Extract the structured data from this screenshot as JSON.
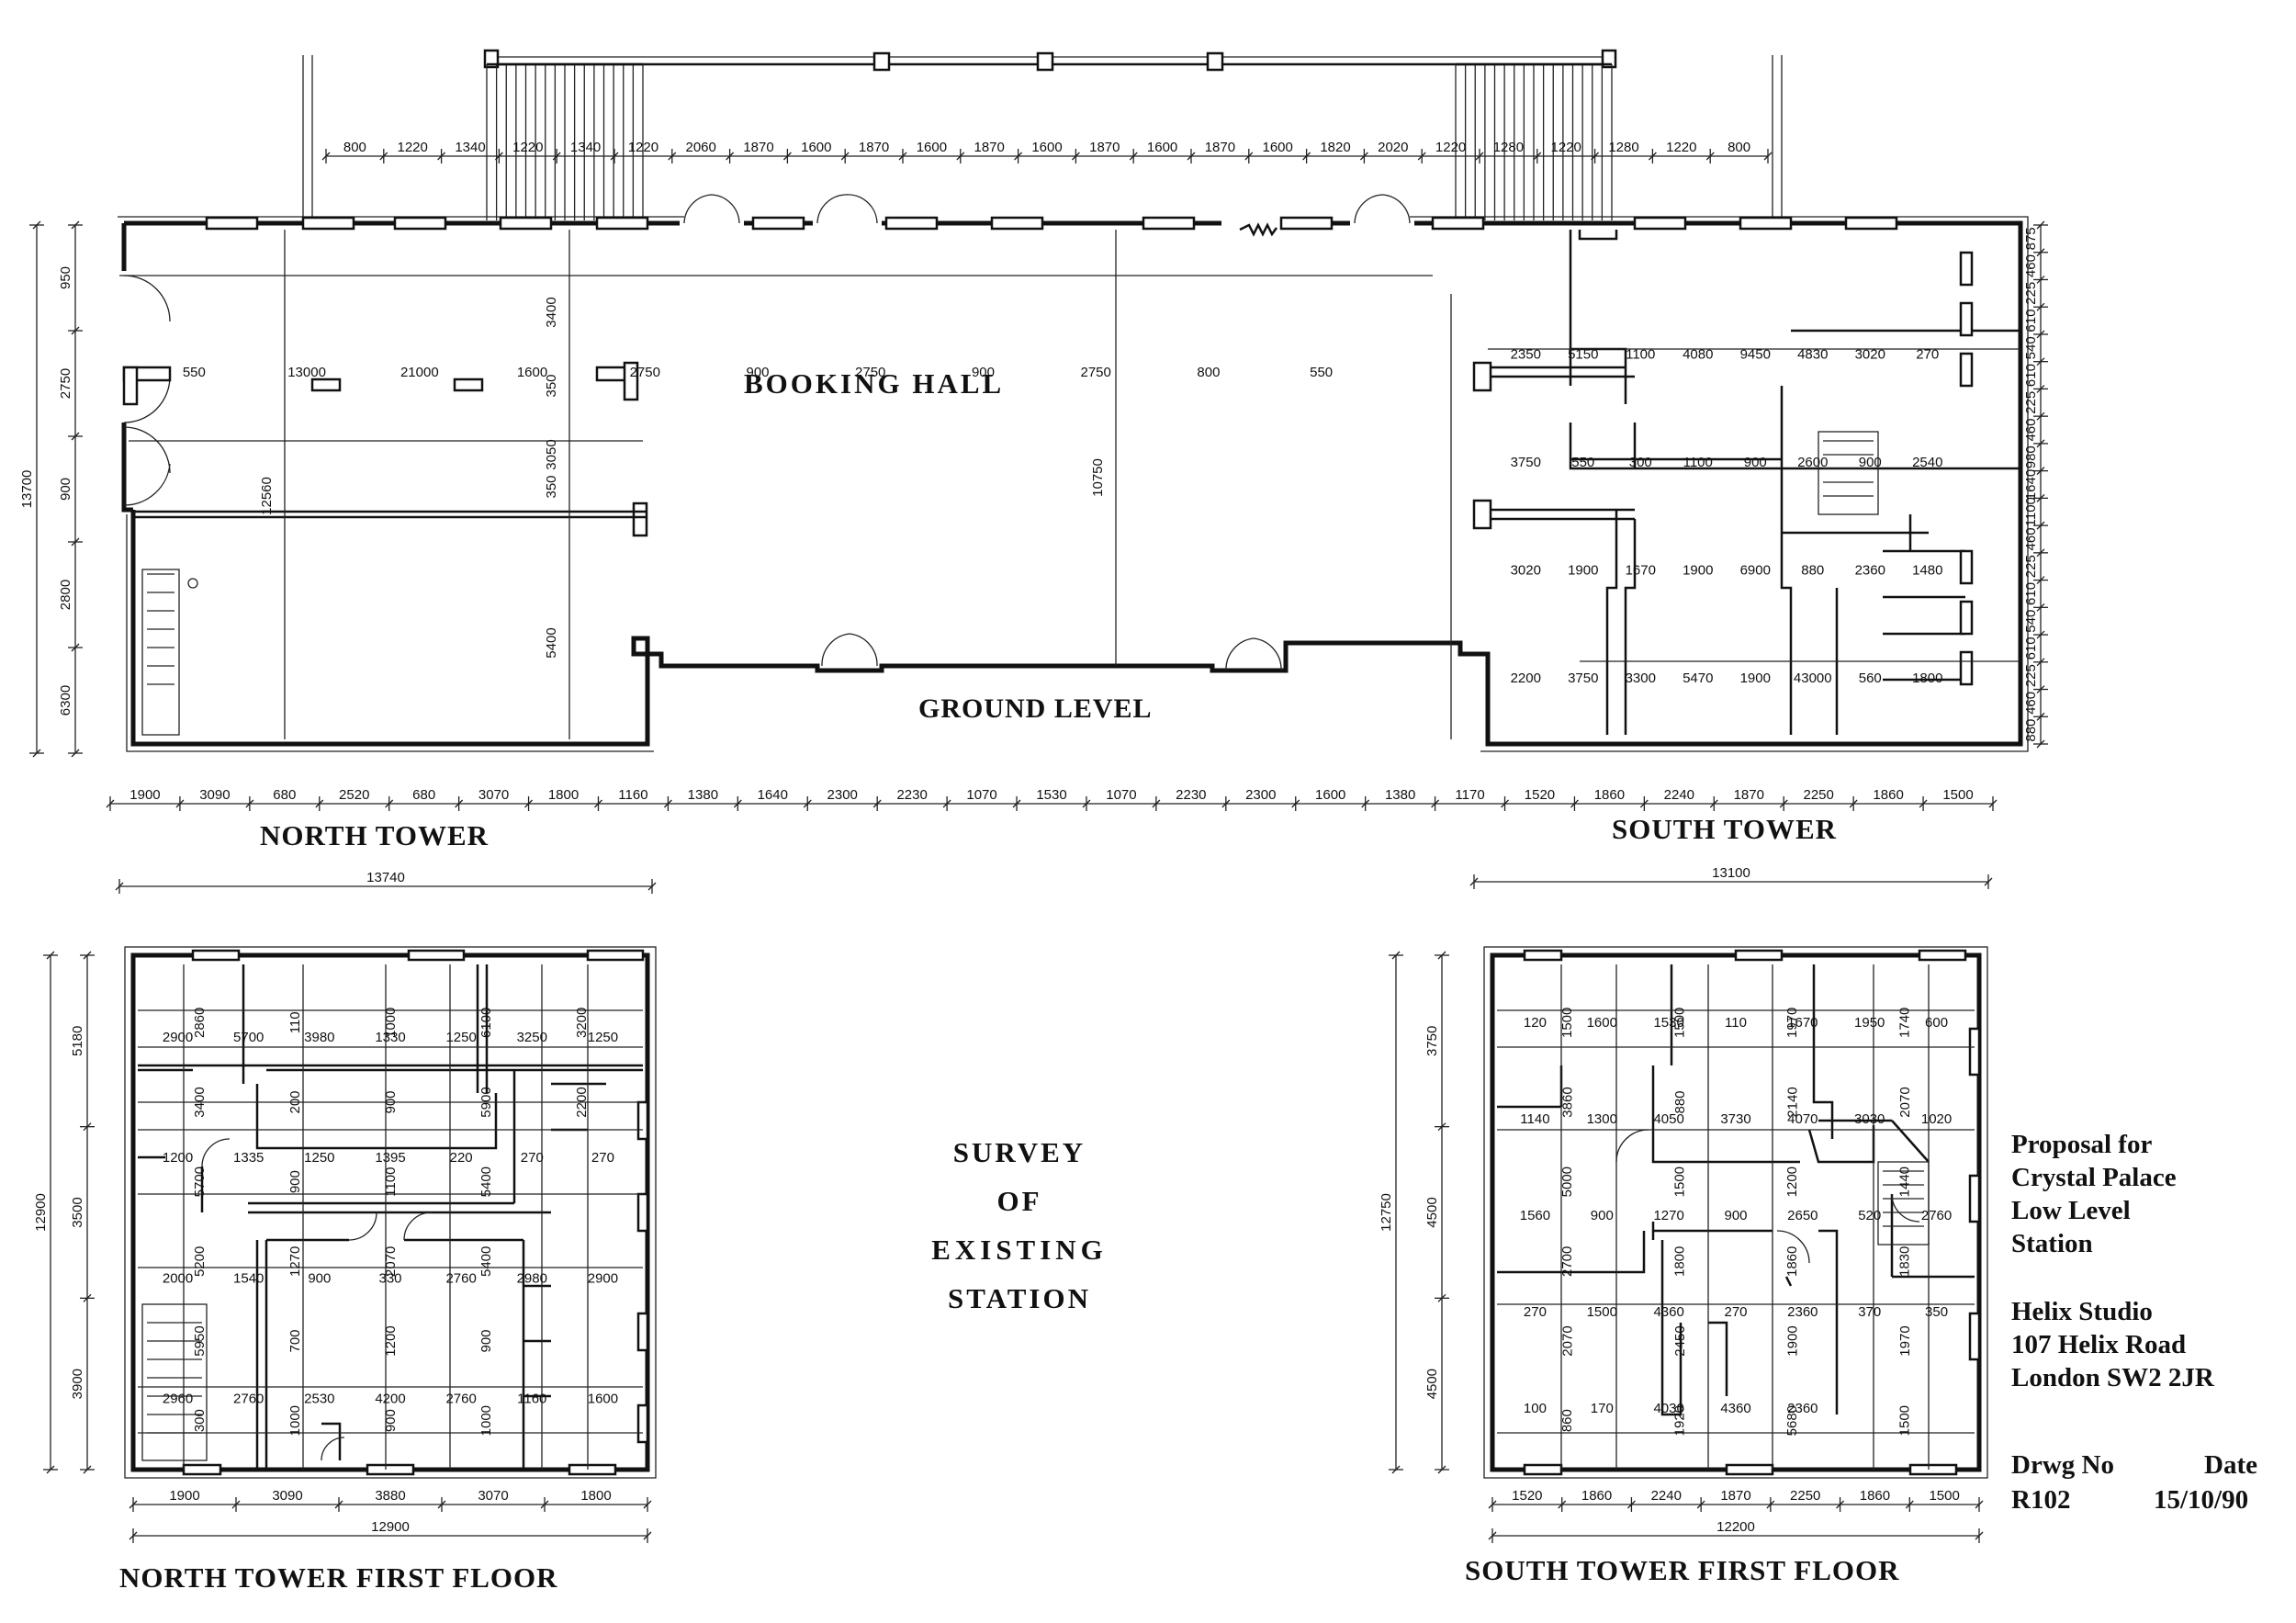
{
  "labels": {
    "booking_hall": "BOOKING  HALL",
    "ground_level": "GROUND LEVEL",
    "north_tower": "NORTH TOWER",
    "south_tower": "SOUTH TOWER",
    "north_tower_first_floor": "NORTH TOWER FIRST FLOOR",
    "south_tower_first_floor": "SOUTH TOWER  FIRST FLOOR",
    "survey_line1": "SURVEY OF",
    "survey_line2": "EXISTING",
    "survey_line3": "STATION"
  },
  "title_block": {
    "proposal_line1": "Proposal for",
    "proposal_line2": "Crystal Palace",
    "proposal_line3": "Low Level",
    "proposal_line4": "Station",
    "studio_name": "Helix Studio",
    "studio_street": "107 Helix Road",
    "studio_city": "London SW2 2JR",
    "drawing_no_label": "Drwg No",
    "date_label": "Date",
    "drawing_no": "R102",
    "date": "15/10/90"
  },
  "dimensions": {
    "top_chain": [
      "800",
      "1220",
      "1340",
      "1220",
      "1340",
      "1220",
      "2060",
      "1870",
      "1600",
      "1870",
      "1600",
      "1870",
      "1600",
      "1870",
      "1600",
      "1870",
      "1600",
      "1820",
      "2020",
      "1220",
      "1280",
      "1220",
      "1280",
      "1220",
      "800"
    ],
    "ground_bottom_chain": [
      "1900",
      "3090",
      "680",
      "2520",
      "680",
      "3070",
      "1800",
      "1160",
      "1380",
      "1640",
      "2300",
      "2230",
      "1070",
      "1530",
      "1070",
      "2230",
      "2300",
      "1600",
      "1380",
      "1170",
      "1520",
      "1860",
      "2240",
      "1870",
      "2250",
      "1860",
      "1500"
    ],
    "left_vertical": [
      "950",
      "2750",
      "900",
      "2800",
      "6300"
    ],
    "left_overall": "13700",
    "south_right_vertical": [
      "875",
      "460",
      "225",
      "610",
      "540",
      "610",
      "225",
      "460",
      "980",
      "1640",
      "1100",
      "460",
      "225",
      "610",
      "540",
      "610",
      "225",
      "460",
      "880"
    ],
    "hall_interior": [
      "550",
      "13000",
      "21000",
      "1600",
      "2750",
      "900",
      "2750",
      "900",
      "2750",
      "800",
      "550",
      "3400",
      "350",
      "3050",
      "350",
      "5400",
      "12560",
      "10750"
    ],
    "south_ground_interior": [
      "2350",
      "5150",
      "1100",
      "4080",
      "9450",
      "4830",
      "3020",
      "270",
      "3750",
      "550",
      "300",
      "1100",
      "900",
      "2600",
      "900",
      "2540",
      "3020",
      "1900",
      "1670",
      "1900",
      "6900",
      "880",
      "2360",
      "1480",
      "2200",
      "3750",
      "3300",
      "5470",
      "1900",
      "43000",
      "560",
      "1800"
    ],
    "overall_north": "13740",
    "overall_south": "13100",
    "north_ff_rows": [
      "2900",
      "5700",
      "3980",
      "1330",
      "1250",
      "3250",
      "1250",
      "1200",
      "1335",
      "1250",
      "1395",
      "220",
      "270",
      "270",
      "2000",
      "1540",
      "900",
      "330",
      "2760",
      "2980",
      "2900",
      "2960",
      "2760",
      "2530",
      "4200",
      "2760",
      "1160",
      "1600"
    ],
    "north_ff_verticals": [
      "2860",
      "3400",
      "5700",
      "5200",
      "5950",
      "300",
      "110",
      "200",
      "900",
      "1270",
      "700",
      "1000",
      "1000",
      "900",
      "1100",
      "2070",
      "1200",
      "900",
      "6100",
      "5900",
      "5400",
      "5400",
      "900",
      "1000",
      "3200",
      "2200"
    ],
    "north_ff_left": [
      "5180",
      "3500",
      "3900"
    ],
    "north_ff_overall_v": "12900",
    "north_ff_bottom": [
      "1900",
      "3090",
      "3880",
      "3070",
      "1800"
    ],
    "north_ff_overall_h": "12900",
    "south_ff_rows": [
      "120",
      "1600",
      "1530",
      "110",
      "1670",
      "1950",
      "600",
      "1140",
      "1300",
      "4050",
      "3730",
      "4070",
      "3030",
      "1020",
      "1560",
      "900",
      "1270",
      "900",
      "2650",
      "520",
      "2760",
      "270",
      "1500",
      "4360",
      "270",
      "2360",
      "370",
      "350",
      "100",
      "170",
      "4030",
      "4360",
      "2360"
    ],
    "south_ff_verticals": [
      "1500",
      "3860",
      "5000",
      "2700",
      "2070",
      "860",
      "1500",
      "880",
      "1500",
      "1800",
      "2450",
      "1920",
      "1970",
      "2140",
      "1200",
      "1860",
      "1900",
      "5680",
      "1740",
      "2070",
      "1440",
      "1830",
      "1970",
      "1500"
    ],
    "south_ff_left": [
      "3750",
      "4500",
      "4500"
    ],
    "south_ff_overall_v": "12750",
    "south_ff_bottom": [
      "1520",
      "1860",
      "2240",
      "1870",
      "2250",
      "1860",
      "1500"
    ],
    "south_ff_overall_h": "12200"
  }
}
